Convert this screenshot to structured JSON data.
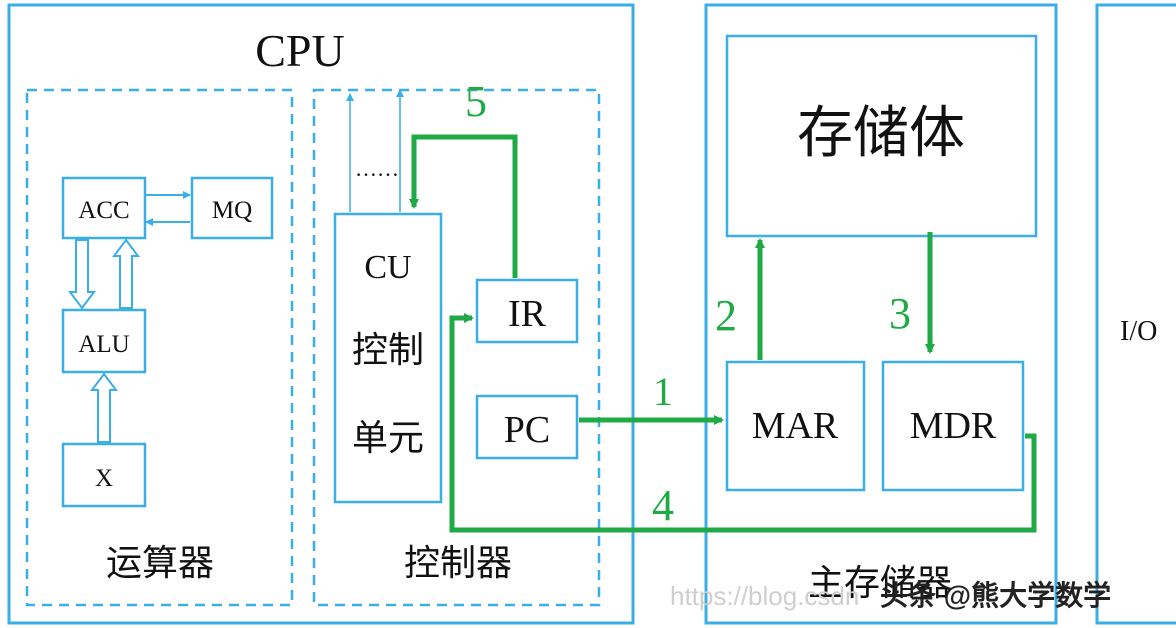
{
  "colors": {
    "box_border": "#3aaee6",
    "arrow_green": "#1faa45",
    "text": "#111111"
  },
  "cpu": {
    "title": "CPU",
    "alu_unit": {
      "caption": "运算器",
      "acc": "ACC",
      "mq": "MQ",
      "alu": "ALU",
      "x": "X"
    },
    "control_unit": {
      "caption": "控制器",
      "cu_line1": "CU",
      "cu_line2": "控制",
      "cu_line3": "单元",
      "dots": "……",
      "ir": "IR",
      "pc": "PC"
    }
  },
  "memory": {
    "caption": "主存储器",
    "storage": "存储体",
    "mar": "MAR",
    "mdr": "MDR"
  },
  "io": {
    "label": "I/O"
  },
  "steps": [
    "1",
    "2",
    "3",
    "4",
    "5"
  ],
  "watermark": {
    "url": "https://blog.csdn",
    "brand": "头条 @熊大学数学"
  }
}
